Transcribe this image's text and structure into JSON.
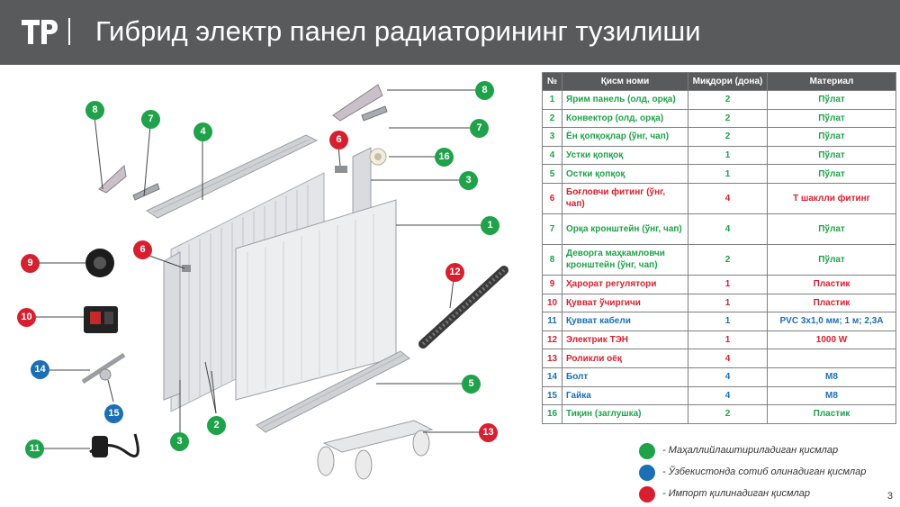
{
  "header": {
    "logo": "ТР",
    "title": "Гибрид электр панел радиаторининг тузилиши"
  },
  "colors": {
    "header_bg": "#595a5c",
    "local": "#1fa24a",
    "purchase": "#1b6fb5",
    "import": "#d7202f"
  },
  "table": {
    "headers": [
      "№",
      "Қисм номи",
      "Миқдори (дона)",
      "Материал"
    ],
    "rows": [
      {
        "num": "1",
        "name": "Ярим панель (олд, орқа)",
        "qty": "2",
        "material": "Пўлат",
        "category": "g"
      },
      {
        "num": "2",
        "name": "Конвектор (олд, орқа)",
        "qty": "2",
        "material": "Пўлат",
        "category": "g"
      },
      {
        "num": "3",
        "name": "Ён қопқоқлар (ўнг, чап)",
        "qty": "2",
        "material": "Пўлат",
        "category": "g"
      },
      {
        "num": "4",
        "name": "Устки қопқоқ",
        "qty": "1",
        "material": "Пўлат",
        "category": "g"
      },
      {
        "num": "5",
        "name": "Остки қопқоқ",
        "qty": "1",
        "material": "Пўлат",
        "category": "g"
      },
      {
        "num": "6",
        "name": "Боғловчи фитинг (ўнг, чап)",
        "qty": "4",
        "material": "Т шаклли фитинг",
        "category": "r"
      },
      {
        "num": "7",
        "name": "Орқа кронштейн (ўнг, чап)",
        "qty": "4",
        "material": "Пўлат",
        "category": "g"
      },
      {
        "num": "8",
        "name": "Деворга маҳкамловчи кронштейн (ўнг, чап)",
        "qty": "2",
        "material": "Пўлат",
        "category": "g"
      },
      {
        "num": "9",
        "name": "Ҳарорат регулятори",
        "qty": "1",
        "material": "Пластик",
        "category": "r"
      },
      {
        "num": "10",
        "name": "Қувват ўчиргичи",
        "qty": "1",
        "material": "Пластик",
        "category": "r"
      },
      {
        "num": "11",
        "name": "Қувват кабели",
        "qty": "1",
        "material": "PVC 3х1,0 мм; 1 м; 2,3А",
        "category": "b"
      },
      {
        "num": "12",
        "name": "Электрик ТЭН",
        "qty": "1",
        "material": "1000 W",
        "category": "r"
      },
      {
        "num": "13",
        "name": "Роликли оёқ",
        "qty": "4",
        "material": "",
        "category": "r"
      },
      {
        "num": "14",
        "name": "Болт",
        "qty": "4",
        "material": "М8",
        "category": "b"
      },
      {
        "num": "15",
        "name": "Гайка",
        "qty": "4",
        "material": "М8",
        "category": "b"
      },
      {
        "num": "16",
        "name": "Тиқин (заглушка)",
        "qty": "2",
        "material": "Пластик",
        "category": "g"
      }
    ]
  },
  "legend": [
    {
      "color": "#1fa24a",
      "text": "- Маҳаллийлаштириладиган қисмлар"
    },
    {
      "color": "#1b6fb5",
      "text": "- Ўзбекистонда сотиб олинадиган қисмлар"
    },
    {
      "color": "#d7202f",
      "text": "- Импорт қилинадиган қисмлар"
    }
  ],
  "badges": {
    "b8a": "8",
    "b7a": "7",
    "b4": "4",
    "b6a": "6",
    "b16": "16",
    "b8b": "8",
    "b7b": "7",
    "b3a": "3",
    "b1": "1",
    "b9": "9",
    "b6b": "6",
    "b12": "12",
    "b10": "10",
    "b14": "14",
    "b5": "5",
    "b15": "15",
    "b2": "2",
    "b3b": "3",
    "b13": "13",
    "b11": "11"
  },
  "page_number": "3"
}
